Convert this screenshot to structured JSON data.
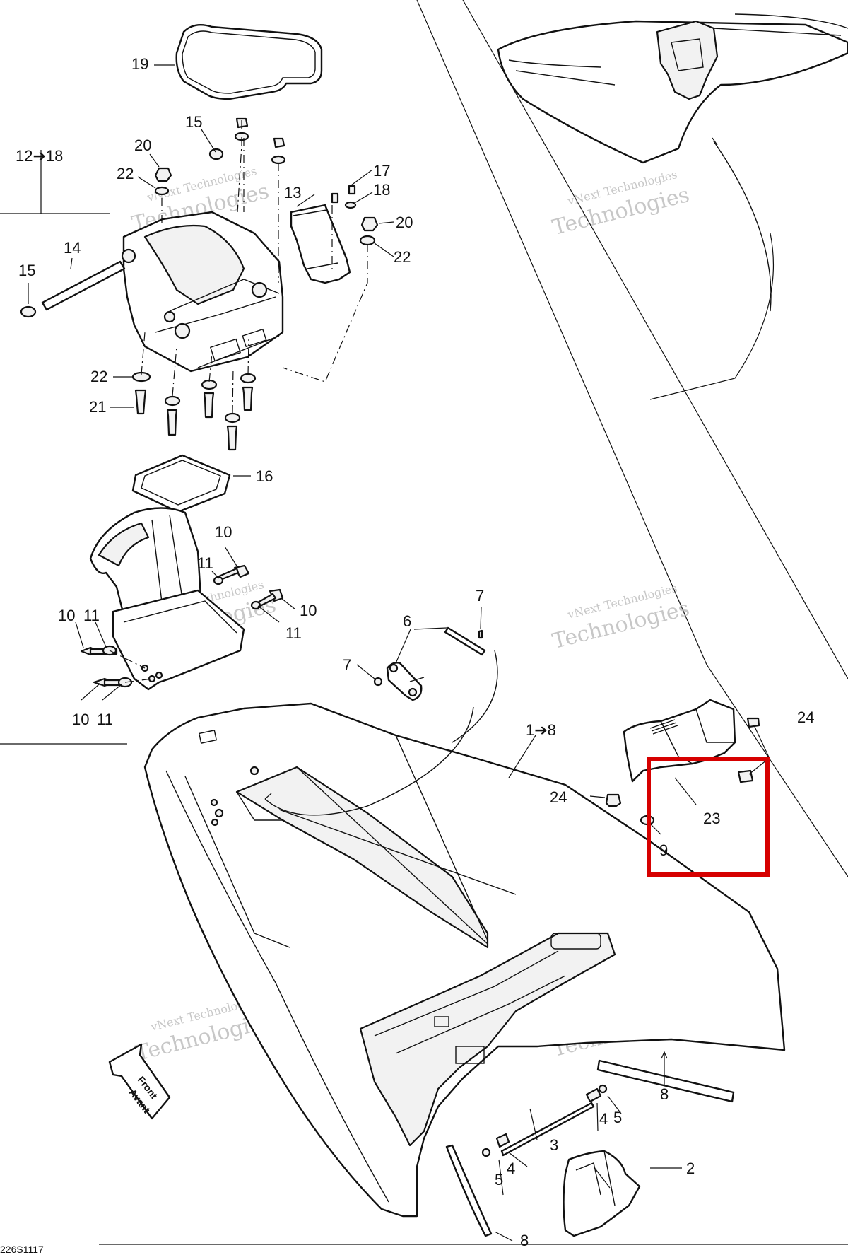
{
  "diagram": {
    "code": "226S1117",
    "callouts": {
      "c19": "19",
      "c12_18": "12➔18",
      "c15a": "15",
      "c20a": "20",
      "c22a": "22",
      "c13": "13",
      "c17": "17",
      "c18": "18",
      "c20b": "20",
      "c22b": "22",
      "c14": "14",
      "c15b": "15",
      "c22c": "22",
      "c21": "21",
      "c16": "16",
      "c10a": "10",
      "c11a": "11",
      "c10b": "10",
      "c11b": "11",
      "c10c": "10",
      "c11c": "11",
      "c10d": "10",
      "c11d": "11",
      "c7a": "7",
      "c6": "6",
      "c7b": "7",
      "c1_8": "1➔8",
      "c24a": "24",
      "c24b": "24",
      "c23": "23",
      "c9": "9",
      "c8a": "8",
      "c5a": "5",
      "c4a": "4",
      "c3": "3",
      "c4b": "4",
      "c5b": "5",
      "c2": "2",
      "c8b": "8"
    },
    "front_label": [
      "Front",
      "Avant"
    ],
    "watermark": {
      "line1": "vNext Technologies",
      "line2": "Technologies"
    },
    "highlight_color": "#d60000"
  }
}
